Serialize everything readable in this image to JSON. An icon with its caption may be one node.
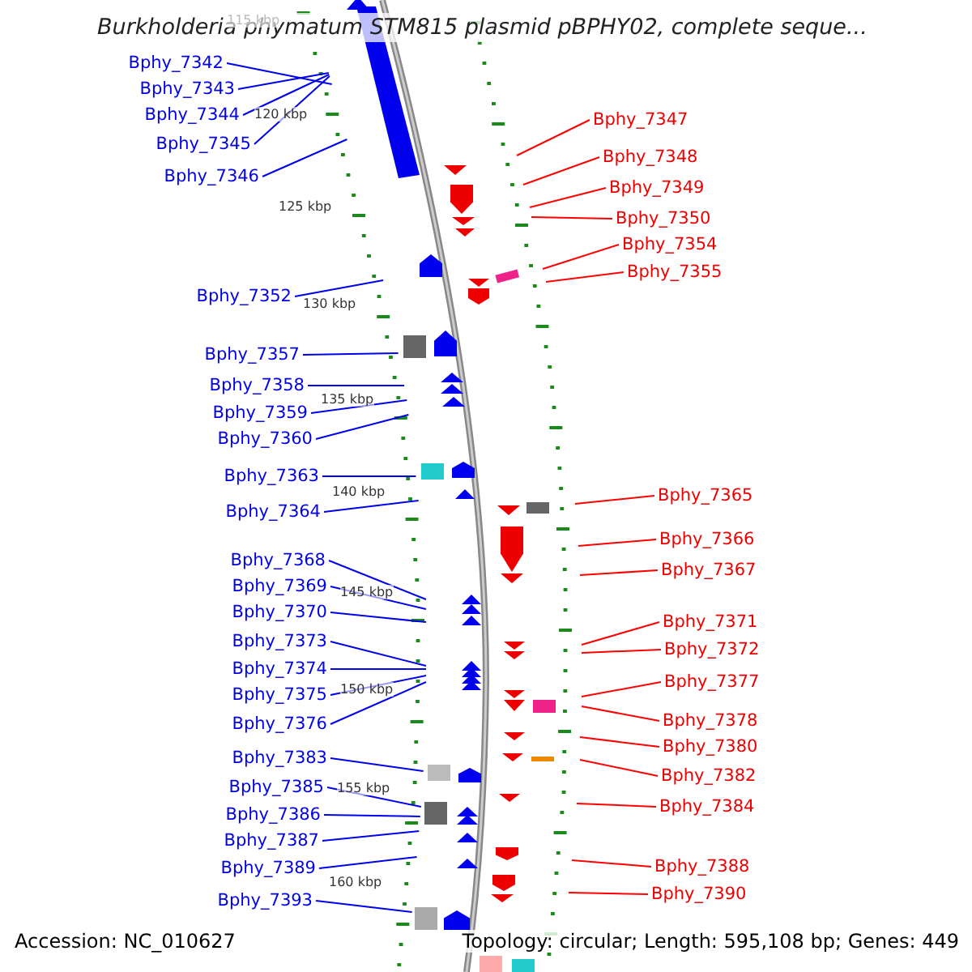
{
  "diagram": {
    "title": "Burkholderia phymatum STM815 plasmid pBPHY02, complete seque...",
    "nodes": [
      {
        "text": [
          "Bphy_7342"
        ]
      },
      {
        "text": [
          "Bphy_7343"
        ]
      },
      {
        "text": [
          "Bphy_7344"
        ]
      },
      {
        "text": [
          "Bphy_7345"
        ]
      },
      {
        "text": [
          "Bphy_7346"
        ]
      },
      {
        "text": [
          "Bphy_7352"
        ]
      },
      {
        "text": [
          "Bphy_7357"
        ]
      },
      {
        "text": [
          "Bphy_7358"
        ]
      },
      {
        "text": [
          "Bphy_7359"
        ]
      },
      {
        "text": [
          "Bphy_7360"
        ]
      },
      {
        "text": [
          "Bphy_7363"
        ]
      },
      {
        "text": [
          "Bphy_7364"
        ]
      },
      {
        "text": [
          "Bphy_7368"
        ]
      },
      {
        "text": [
          "Bphy_7369"
        ]
      },
      {
        "text": [
          "Bphy_7370"
        ]
      },
      {
        "text": [
          "Bphy_7373"
        ]
      },
      {
        "text": [
          "Bphy_7374"
        ]
      },
      {
        "text": [
          "Bphy_7375"
        ]
      },
      {
        "text": [
          "Bphy_7376"
        ]
      },
      {
        "text": [
          "Bphy_7383"
        ]
      },
      {
        "text": [
          "Bphy_7385"
        ]
      },
      {
        "text": [
          "Bphy_7386"
        ]
      },
      {
        "text": [
          "Bphy_7387"
        ]
      },
      {
        "text": [
          "Bphy_7389"
        ]
      },
      {
        "text": [
          "Bphy_7393"
        ]
      },
      {
        "text": [
          "Bphy_7347"
        ]
      },
      {
        "text": [
          "Bphy_7348"
        ]
      },
      {
        "text": [
          "Bphy_7349"
        ]
      },
      {
        "text": [
          "Bphy_7350"
        ]
      },
      {
        "text": [
          "Bphy_7354"
        ]
      },
      {
        "text": [
          "Bphy_7355"
        ]
      },
      {
        "text": [
          "Bphy_7365"
        ]
      },
      {
        "text": [
          "Bphy_7366"
        ]
      },
      {
        "text": [
          "Bphy_7367"
        ]
      },
      {
        "text": [
          "Bphy_7371"
        ]
      },
      {
        "text": [
          "Bphy_7372"
        ]
      },
      {
        "text": [
          "Bphy_7377"
        ]
      },
      {
        "text": [
          "Bphy_7378"
        ]
      },
      {
        "text": [
          "Bphy_7380"
        ]
      },
      {
        "text": [
          "Bphy_7382"
        ]
      },
      {
        "text": [
          "Bphy_7384"
        ]
      },
      {
        "text": [
          "Bphy_7388"
        ]
      },
      {
        "text": [
          "Bphy_7390"
        ]
      }
    ],
    "edges": [
      {
        "from": 0,
        "to": null,
        "arrow": "none"
      },
      {
        "from": 1,
        "to": null,
        "arrow": "none"
      },
      {
        "from": 2,
        "to": null,
        "arrow": "none"
      },
      {
        "from": 3,
        "to": null,
        "arrow": "none"
      },
      {
        "from": 4,
        "to": null,
        "arrow": "none"
      },
      {
        "from": 5,
        "to": null,
        "arrow": "none"
      },
      {
        "from": 6,
        "to": null,
        "arrow": "none"
      },
      {
        "from": 7,
        "to": null,
        "arrow": "none"
      },
      {
        "from": 8,
        "to": null,
        "arrow": "none"
      },
      {
        "from": 9,
        "to": null,
        "arrow": "none"
      },
      {
        "from": 10,
        "to": null,
        "arrow": "none"
      },
      {
        "from": 11,
        "to": null,
        "arrow": "none"
      },
      {
        "from": 12,
        "to": null,
        "arrow": "none"
      },
      {
        "from": 13,
        "to": null,
        "arrow": "none"
      },
      {
        "from": 14,
        "to": null,
        "arrow": "none"
      },
      {
        "from": 15,
        "to": null,
        "arrow": "none"
      },
      {
        "from": 16,
        "to": null,
        "arrow": "none"
      },
      {
        "from": 17,
        "to": null,
        "arrow": "none"
      },
      {
        "from": 18,
        "to": null,
        "arrow": "none"
      },
      {
        "from": 19,
        "to": null,
        "arrow": "none"
      },
      {
        "from": 20,
        "to": null,
        "arrow": "none"
      },
      {
        "from": 21,
        "to": null,
        "arrow": "none"
      },
      {
        "from": 22,
        "to": null,
        "arrow": "none"
      },
      {
        "from": 23,
        "to": null,
        "arrow": "none"
      },
      {
        "from": 24,
        "to": null,
        "arrow": "none"
      },
      {
        "from": 25,
        "to": null,
        "arrow": "none",
        "color": "#ff0000"
      },
      {
        "from": 26,
        "to": null,
        "arrow": "none",
        "color": "#ff0000"
      },
      {
        "from": 27,
        "to": null,
        "arrow": "none",
        "color": "#ff0000"
      },
      {
        "from": 28,
        "to": null,
        "arrow": "none",
        "color": "#ff0000"
      },
      {
        "from": 29,
        "to": null,
        "arrow": "none",
        "color": "#ff0000"
      },
      {
        "from": 30,
        "to": null,
        "arrow": "none",
        "color": "#ff0000"
      },
      {
        "from": 31,
        "to": null,
        "arrow": "none",
        "color": "#ff0000"
      },
      {
        "from": 32,
        "to": null,
        "arrow": "none",
        "color": "#ff0000"
      },
      {
        "from": 33,
        "to": null,
        "arrow": "none",
        "color": "#ff0000"
      },
      {
        "from": 34,
        "to": null,
        "arrow": "none",
        "color": "#ff0000"
      },
      {
        "from": 35,
        "to": null,
        "arrow": "none",
        "color": "#ff0000"
      },
      {
        "from": 36,
        "to": null,
        "arrow": "none",
        "color": "#ff0000"
      },
      {
        "from": 37,
        "to": null,
        "arrow": "none",
        "color": "#ff0000"
      },
      {
        "from": 38,
        "to": null,
        "arrow": "none",
        "color": "#ff0000"
      },
      {
        "from": 39,
        "to": null,
        "arrow": "none",
        "color": "#ff0000"
      },
      {
        "from": 40,
        "to": null,
        "arrow": "none",
        "color": "#ff0000"
      },
      {
        "from": 41,
        "to": null,
        "arrow": "none",
        "color": "#ff0000"
      },
      {
        "from": 42,
        "to": null,
        "arrow": "none",
        "color": "#ff0000"
      }
    ],
    "labels": [
      "115 kbp",
      "120 kbp",
      "125 kbp",
      "130 kbp",
      "135 kbp",
      "140 kbp",
      "145 kbp",
      "150 kbp",
      "155 kbp",
      "160 kbp",
      "Accession: NC_010627",
      "Topology: circular; Length: 595,108 bp; Genes: 449"
    ]
  }
}
